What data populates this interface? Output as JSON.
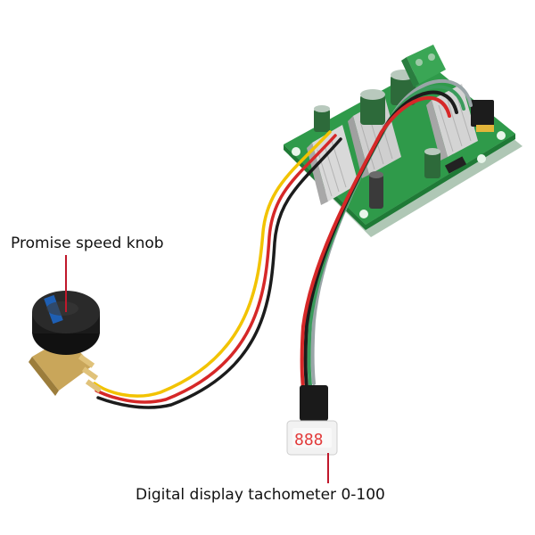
{
  "labels": {
    "knob": "Promise speed knob",
    "tachometer": "Digital display tachometer 0-100"
  },
  "display": {
    "digits": "888"
  },
  "colors": {
    "pcb": "#2f9a4a",
    "pcb_dark": "#1f7a36",
    "heatsink": "#c9c9c9",
    "terminal": "#3aa655",
    "wire_red": "#d62828",
    "wire_black": "#1c1c1c",
    "wire_yellow": "#f2c300",
    "wire_grey": "#9aa5a8",
    "wire_green": "#3a9b5c",
    "knob": "#1a1a1a",
    "knob_accent": "#1e5fb4",
    "pot_body": "#c9a65a",
    "display_bg": "#f2f2f2",
    "segment": "#e23b3b",
    "pointer": "#c0182b"
  },
  "icons": {
    "knob": "potentiometer-knob-icon",
    "board": "motor-controller-board",
    "display": "led-tachometer-icon"
  }
}
